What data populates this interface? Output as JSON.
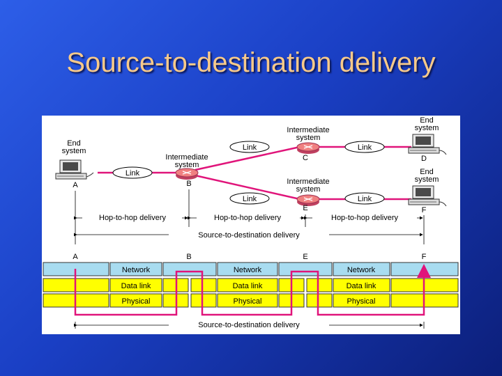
{
  "slide": {
    "title": "Source-to-destination delivery"
  },
  "colors": {
    "background": "#1a3fc4",
    "title": "#f7c98a",
    "link": "#e0147a",
    "router": "#f08080",
    "network_layer": "#a8dcf0",
    "lower_layers": "#ffff00"
  },
  "diagram": {
    "top": {
      "end_system_a": "End system",
      "end_system_d": "End system",
      "end_system_f": "End system",
      "intermediate_b": "Intermediate system",
      "intermediate_c": "Intermediate system",
      "intermediate_e": "Intermediate system",
      "link": "Link",
      "node_a": "A",
      "node_b": "B",
      "node_c": "C",
      "node_d": "D",
      "node_e": "E",
      "node_f": "F",
      "hop1": "Hop-to-hop delivery",
      "hop2": "Hop-to-hop delivery",
      "hop3": "Hop-to-hop delivery",
      "s2d": "Source-to-destination delivery"
    },
    "bottom": {
      "nodes": [
        "A",
        "B",
        "E",
        "F"
      ],
      "network": "Network",
      "data_link": "Data link",
      "physical": "Physical",
      "s2d": "Source-to-destination delivery"
    }
  }
}
